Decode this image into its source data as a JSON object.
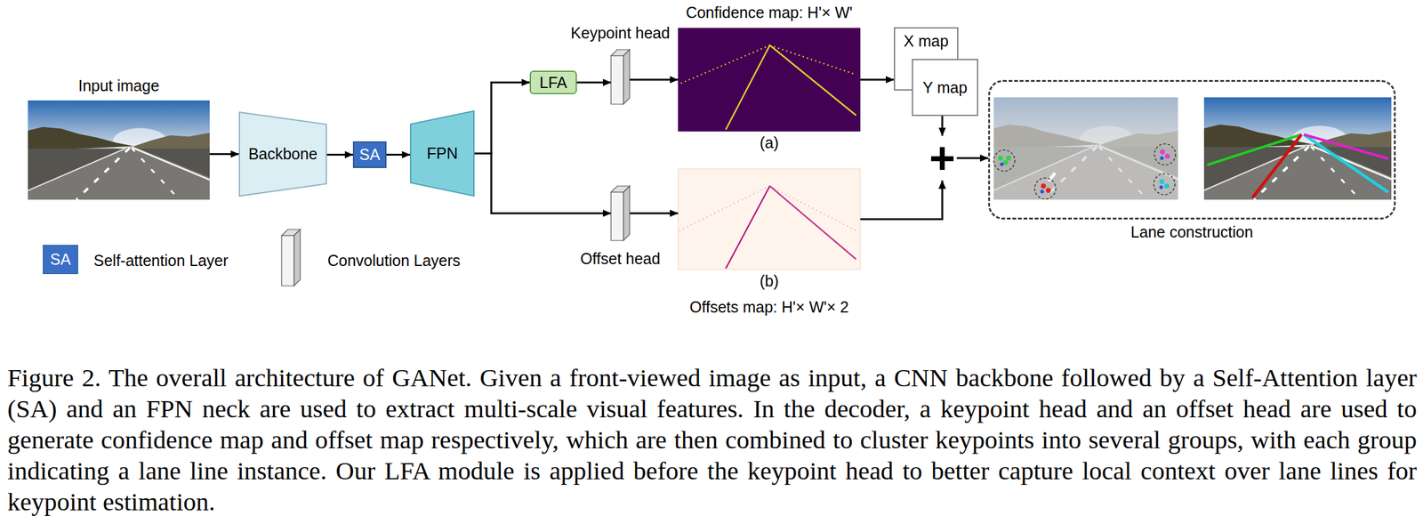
{
  "diagram": {
    "caption": "Figure 2. The overall architecture of GANet. Given a front-viewed image as input, a CNN backbone followed by a Self-Attention layer (SA) and an FPN neck are used to extract multi-scale visual features. In the decoder, a keypoint head and an offset head are used to generate confidence map and offset map respectively, which are then combined to cluster keypoints into several groups, with each group indicating a lane line instance. Our LFA module is applied before the keypoint head to better capture local context over lane lines for keypoint estimation.",
    "nodes": [
      {
        "text": [
          "Input image"
        ]
      },
      {
        "text": [
          "Backbone"
        ]
      },
      {
        "text": [
          "SA"
        ]
      },
      {
        "text": [
          "FPN"
        ]
      },
      {
        "text": [
          "LFA"
        ]
      },
      {
        "text": [
          "Keypoint head"
        ]
      },
      {
        "text": [
          "Confidence map: H'× W'",
          "(a)"
        ]
      },
      {
        "text": [
          "X map"
        ]
      },
      {
        "text": [
          "Y map"
        ]
      },
      {
        "text": [
          "Offset head"
        ]
      },
      {
        "text": [
          "(b)",
          "Offsets map: H'× W'× 2"
        ]
      },
      {
        "text": [
          "+"
        ]
      },
      {
        "text": [
          "Lane construction"
        ]
      }
    ],
    "edges": [
      {
        "from": 0,
        "to": 1,
        "arrow": "to"
      },
      {
        "from": 1,
        "to": 2,
        "arrow": "to"
      },
      {
        "from": 2,
        "to": 3,
        "arrow": "to"
      },
      {
        "from": 3,
        "to": 4,
        "arrow": "to"
      },
      {
        "from": 3,
        "to": 9,
        "arrow": "to"
      },
      {
        "from": 4,
        "to": 5,
        "arrow": "to"
      },
      {
        "from": 5,
        "to": 6,
        "arrow": "to"
      },
      {
        "from": 6,
        "to": 7,
        "arrow": "to"
      },
      {
        "from": 8,
        "to": 11,
        "arrow": "to"
      },
      {
        "from": 9,
        "to": 10,
        "arrow": "to"
      },
      {
        "from": 10,
        "to": 11,
        "arrow": "to"
      },
      {
        "from": 11,
        "to": 12,
        "arrow": "to"
      }
    ],
    "labels": [
      "SA"
    ],
    "legend": [
      {
        "text": "Self-attention Layer",
        "color": "#3a6fc6"
      },
      {
        "text": "Convolution Layers"
      }
    ]
  }
}
